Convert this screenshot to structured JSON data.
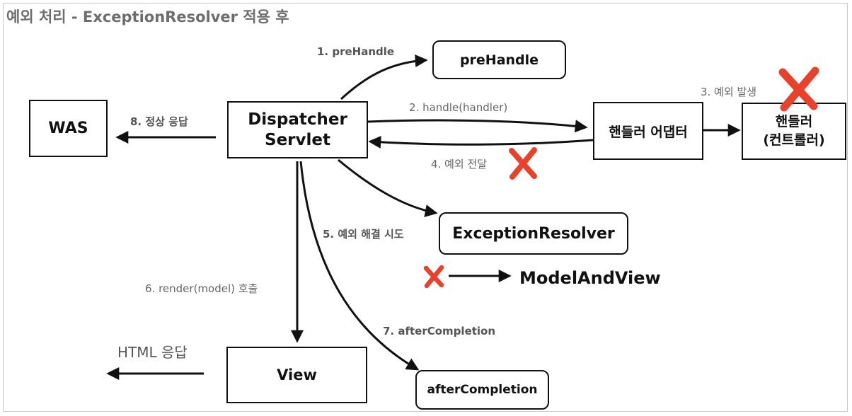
{
  "title": "예외 처리 - ExceptionResolver 적용 후",
  "nodes": {
    "was": "WAS",
    "dispatcher_line1": "Dispatcher",
    "dispatcher_line2": "Servlet",
    "prehandle": "preHandle",
    "handler_adapter": "핸들러 어댑터",
    "handler_line1": "핸들러",
    "handler_line2": "(컨트롤러)",
    "exception_resolver": "ExceptionResolver",
    "view": "View",
    "after_completion": "afterCompletion",
    "model_and_view": "ModelAndView"
  },
  "edges": {
    "step1": "1. preHandle",
    "step2": "2. handle(handler)",
    "step3": "3. 예외 발생",
    "step4": "4. 예외 전달",
    "step5": "5. 예외 해결 시도",
    "step6": "6. render(model) 호출",
    "step7": "7. afterCompletion",
    "step8": "8. 정상 응답",
    "html_response": "HTML 응답"
  },
  "colors": {
    "x_mark": "#e8412c",
    "line": "#111111",
    "label": "#666666"
  }
}
